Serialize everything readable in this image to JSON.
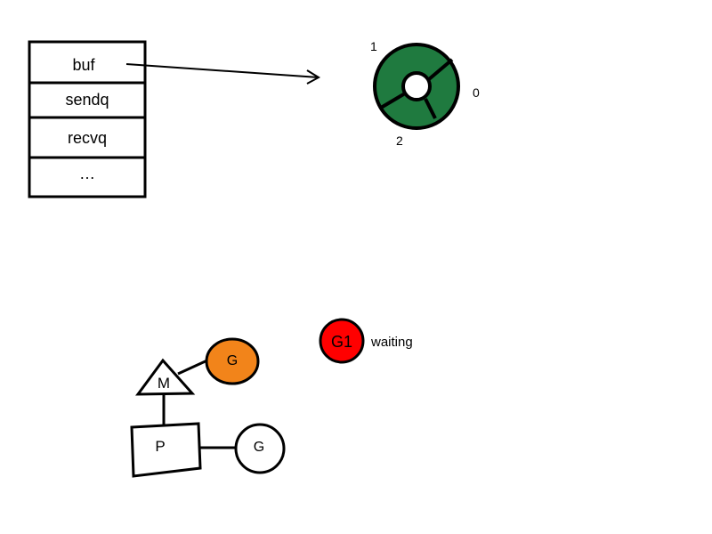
{
  "hchan_struct": {
    "fields": [
      "buf",
      "sendq",
      "recvq",
      "…"
    ]
  },
  "ring_buffer": {
    "fill_color": "#1f7a3f",
    "slot_labels": [
      "1",
      "0",
      "2"
    ]
  },
  "scheduler": {
    "m_label": "M",
    "p_label": "P",
    "running_g_label": "G",
    "running_g_color": "#f2841a",
    "local_g_label": "G",
    "blocked_g_label": "G1",
    "blocked_g_color": "#ff0000",
    "blocked_status": "waiting",
    "blocked_status_color": "#1f7a3f"
  }
}
